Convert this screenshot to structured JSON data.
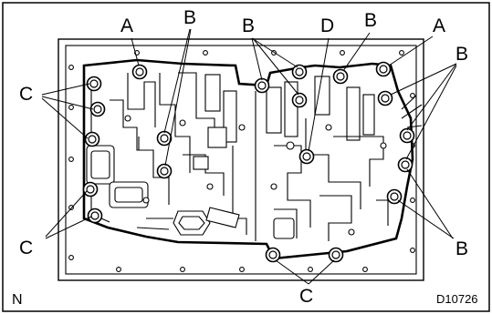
{
  "callouts": {
    "a": "A",
    "b": "B",
    "c": "C",
    "d": "D"
  },
  "orientation_mark": "N",
  "figure_code": "D10726",
  "colors": {
    "ink": "#000000",
    "paper": "#ffffff"
  }
}
